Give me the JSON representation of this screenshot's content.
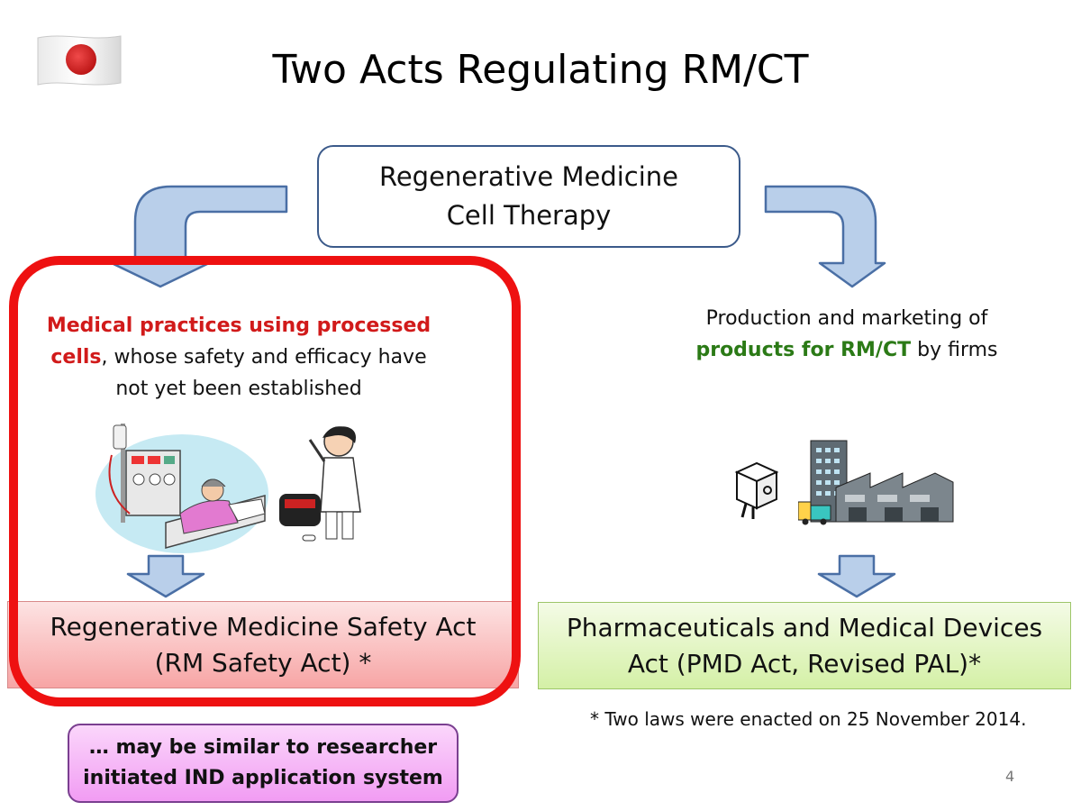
{
  "title": "Two Acts Regulating RM/CT",
  "top_box": {
    "line1": "Regenerative Medicine",
    "line2": "Cell Therapy"
  },
  "left_desc": {
    "highlight_a": "Medical practices using processed",
    "highlight_b": "cells",
    "rest_a": ", whose safety and efficacy have",
    "rest_b": "not yet been established"
  },
  "right_desc": {
    "line1": "Production and marketing of",
    "highlight": "products for RM/CT",
    "rest": " by firms"
  },
  "act_left": {
    "line1": "Regenerative Medicine Safety Act",
    "line2": "(RM Safety Act) *"
  },
  "act_right": {
    "line1": "Pharmaceuticals and Medical Devices",
    "line2": "Act (PMD Act, Revised PAL)*"
  },
  "footnote": "* Two laws were enacted on 25 November 2014.",
  "ind_box": {
    "line1": "… may be similar to researcher",
    "line2": "initiated IND application system"
  },
  "page_number": "4",
  "colors": {
    "red_frame": "#ee1111",
    "red_text": "#d11a1a",
    "green_text": "#2b7a16",
    "arrow_fill": "#b9cfea",
    "arrow_stroke": "#4a6fa5",
    "box_border": "#3b5a8a"
  },
  "icons": {
    "flag": "japan-flag-icon",
    "hospital": "patient-dialysis-icon",
    "doctor": "doctor-icon",
    "box": "package-icon",
    "factory": "factory-icon"
  }
}
